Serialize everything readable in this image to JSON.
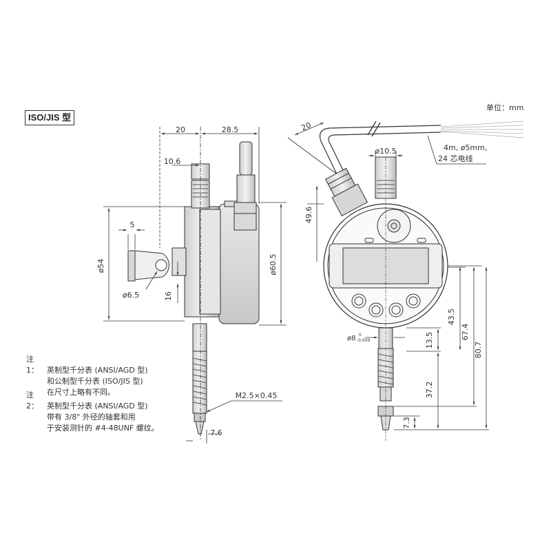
{
  "title": "ISO/JIS 型",
  "unit": "单位：mm",
  "cable_note": {
    "line1": "4m, ø5mm,",
    "line2": "24 芯电线"
  },
  "dims": {
    "d20": "20",
    "d28_5": "28.5",
    "d10_6": "10.6",
    "d5": "5",
    "d54": "ø54",
    "d6_5": "ø6.5",
    "d16": "16",
    "d60_5": "ø60.5",
    "m2_5": "M2.5×0.45",
    "d7_6": "7.6",
    "cable20": "20",
    "d10_5": "ø10.5",
    "d49_6": "49.6",
    "d8": "ø8",
    "d8_tol_up": "0",
    "d8_tol_dn": "-0.009",
    "d13_5": "13.5",
    "d43_5": "43.5",
    "d67_4": "67.4",
    "d80_7": "80.7",
    "d37_2": "37.2",
    "d7_3": "7.3"
  },
  "notes": {
    "n1_tag": "注 1：",
    "n1_l1": "英制型千分表 (ANSI/AGD 型)",
    "n1_l2": "和公制型千分表 (ISO/JIS 型)",
    "n1_l3": "在尺寸上略有不同。",
    "n2_tag": "注 2：",
    "n2_l1": "英制型千分表 (ANSI/AGD 型)",
    "n2_l2": "带有 3/8\" 外径的轴套和用",
    "n2_l3": "于安装测针的 #4-48UNF 螺纹。"
  }
}
